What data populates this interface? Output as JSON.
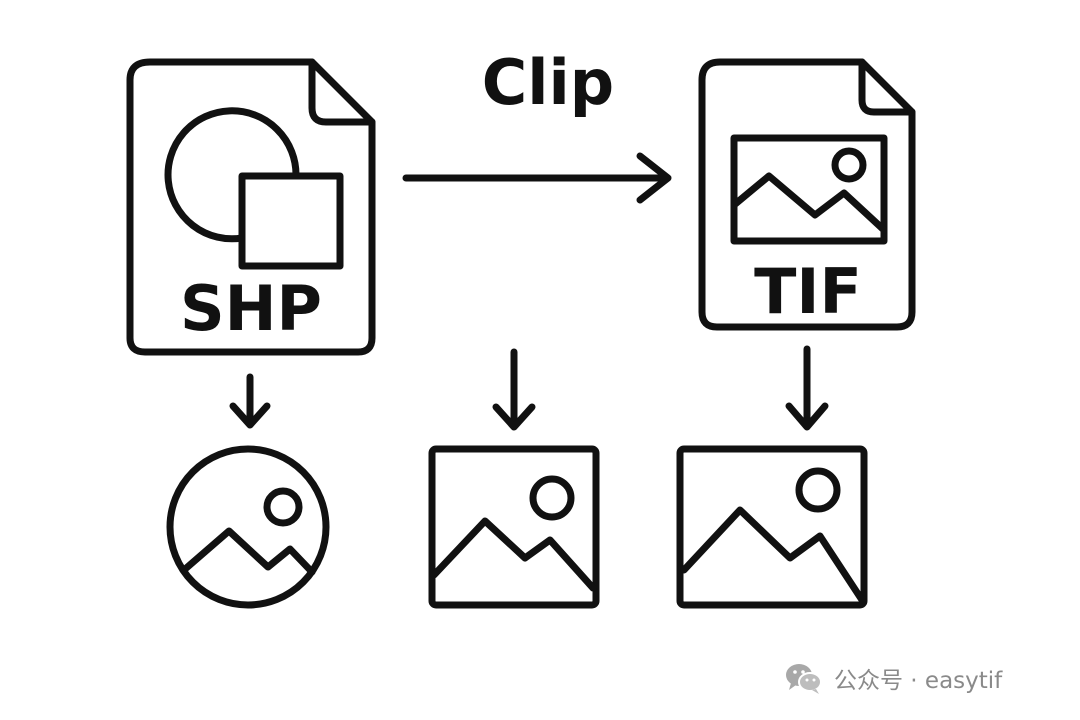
{
  "diagram": {
    "operation_label": "Clip",
    "source_file": {
      "label": "SHP",
      "icon": "shapefile-document-icon"
    },
    "output_file": {
      "label": "TIF",
      "icon": "tif-document-icon"
    },
    "results": [
      {
        "icon": "circular-image-icon"
      },
      {
        "icon": "square-image-icon"
      },
      {
        "icon": "rectangular-image-icon"
      }
    ]
  },
  "watermark": {
    "text": "公众号 · easytif",
    "icon": "wechat-icon",
    "color": "#8a8a8a"
  },
  "colors": {
    "stroke": "#111111",
    "background": "#ffffff"
  }
}
